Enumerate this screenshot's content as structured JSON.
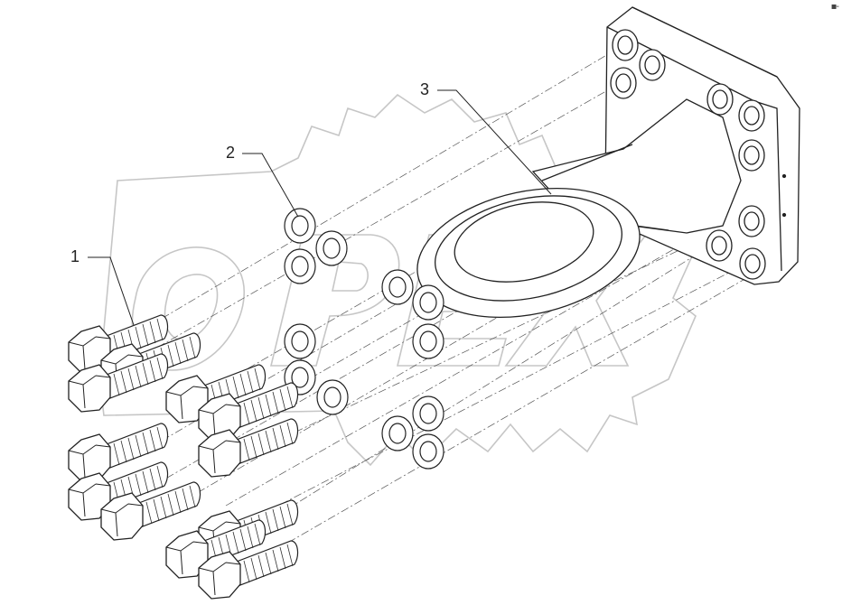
{
  "callouts": [
    {
      "id": "callout-1",
      "label": "1"
    },
    {
      "id": "callout-2",
      "label": "2"
    },
    {
      "id": "callout-3",
      "label": "3"
    }
  ],
  "watermark": {
    "text": "OPEX",
    "style": "outlined gear + letters"
  },
  "corner_mark": "▪-",
  "colors": {
    "line": "#222222",
    "watermark": "#c8c8c8",
    "background": "#ffffff"
  }
}
